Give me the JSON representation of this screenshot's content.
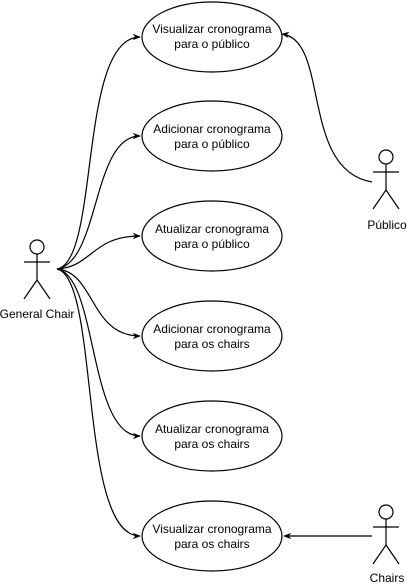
{
  "actors": {
    "general_chair": "General Chair",
    "publico": "Público",
    "chairs": "Chairs"
  },
  "use_cases": {
    "uc1": {
      "line1": "Visualizar cronograma",
      "line2": "para o público"
    },
    "uc2": {
      "line1": "Adicionar cronograma",
      "line2": "para o público"
    },
    "uc3": {
      "line1": "Atualizar cronograma",
      "line2": "para o público"
    },
    "uc4": {
      "line1": "Adicionar cronograma",
      "line2": "para os chairs"
    },
    "uc5": {
      "line1": "Atualizar cronograma",
      "line2": "para os chairs"
    },
    "uc6": {
      "line1": "Visualizar cronograma",
      "line2": "para os chairs"
    }
  }
}
